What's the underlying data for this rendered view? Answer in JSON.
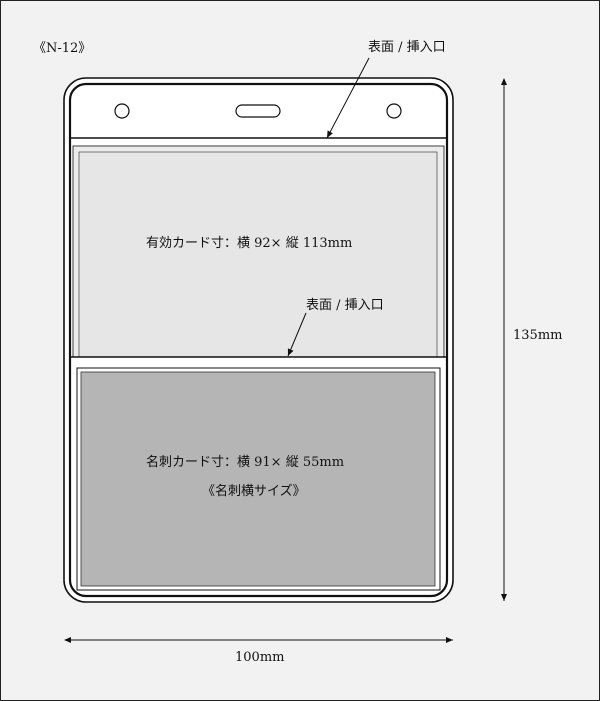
{
  "model_code": "《N-12》",
  "front_insert_label_top": "表面 / 挿入口",
  "front_insert_label_middle": "表面 / 挿入口",
  "upper_pocket": {
    "label": "有効カード寸：横 92× 縦 113mm",
    "fill": "#e6e6e6"
  },
  "lower_pocket": {
    "label": "名刺カード寸：横 91× 縦 55mm",
    "sublabel": "《名刺横サイズ》",
    "fill": "#b5b5b5"
  },
  "dimensions": {
    "height": "135mm",
    "width": "100mm"
  }
}
